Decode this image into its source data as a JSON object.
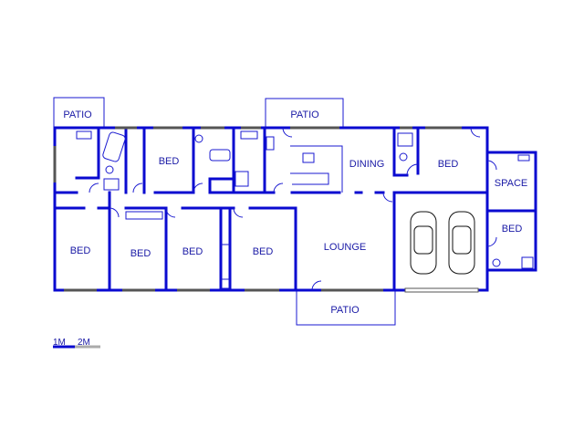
{
  "rooms": {
    "patio_top_left": "PATIO",
    "patio_top_center": "PATIO",
    "patio_bottom": "PATIO",
    "bed_top_center": "BED",
    "dining": "DINING",
    "bed_top_right": "BED",
    "space": "SPACE",
    "bed_right": "BED",
    "bed_1": "BED",
    "bed_2": "BED",
    "bed_3": "BED",
    "bed_4": "BED",
    "lounge": "LOUNGE"
  },
  "scale": {
    "label_1": "1M",
    "label_2": "2M"
  },
  "colors": {
    "wall": "#0a0ad0",
    "text": "#1a1aa6"
  }
}
